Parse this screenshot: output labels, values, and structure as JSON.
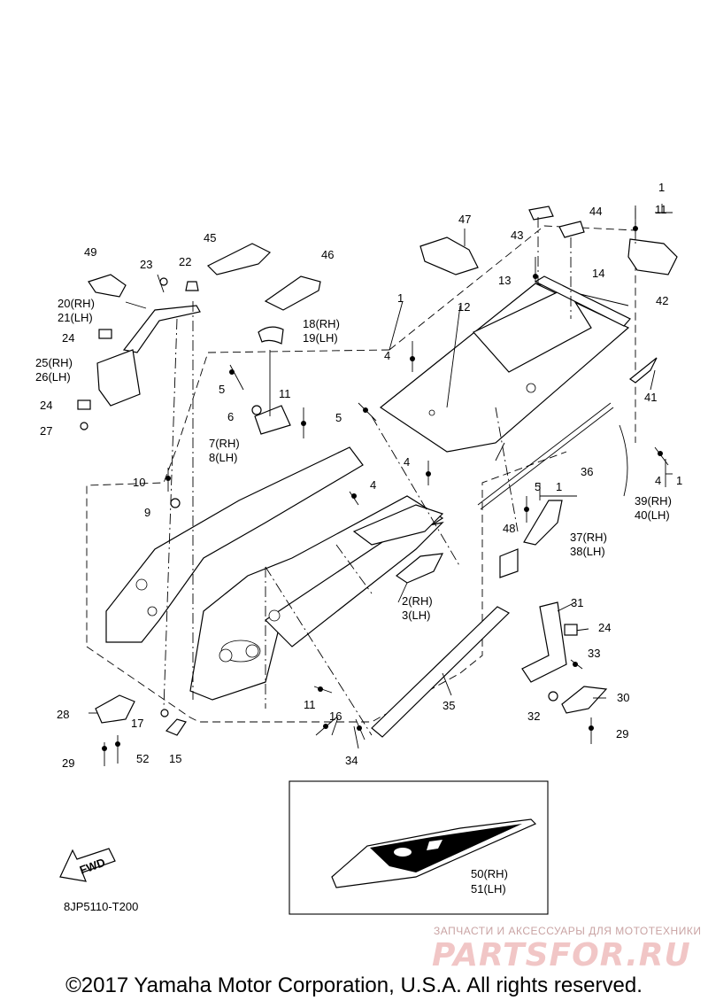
{
  "labels": {
    "p1_top": "1",
    "p11_top": "11",
    "p43": "43",
    "p44": "44",
    "p47": "47",
    "p42": "42",
    "p13": "13",
    "p14": "14",
    "p12": "12",
    "p1_mid": "1",
    "p45": "45",
    "p46": "46",
    "p49": "49",
    "p23": "23",
    "p22": "22",
    "p20": "20(RH)",
    "p21": "21(LH)",
    "p18": "18(RH)",
    "p19": "19(LH)",
    "p24_a": "24",
    "p25": "25(RH)",
    "p26": "26(LH)",
    "p4_a": "4",
    "p5_a": "5",
    "p41": "41",
    "p6": "6",
    "p11_mid": "11",
    "p5_b": "5",
    "p7": "7(RH)",
    "p8": "8(LH)",
    "p24_b": "24",
    "p27": "27",
    "p36": "36",
    "p4_b": "4",
    "p4_right": "4",
    "p1_right": "1",
    "p10": "10",
    "p4_c": "4",
    "p5_c": "5",
    "p1_c": "1",
    "p9": "9",
    "p39": "39(RH)",
    "p40": "40(LH)",
    "p48": "48",
    "p37": "37(RH)",
    "p38": "38(LH)",
    "p2": "2(RH)",
    "p3": "3(LH)",
    "p31": "31",
    "p24_c": "24",
    "p33": "33",
    "p30": "30",
    "p32": "32",
    "p29_a": "29",
    "p35": "35",
    "p11_low": "11",
    "p16": "16",
    "p28": "28",
    "p17": "17",
    "p34": "34",
    "p15": "15",
    "p52": "52",
    "p29_b": "29",
    "p50": "50(RH)",
    "p51": "51(LH)"
  },
  "fwd_label": "FWD",
  "diagram_code": "8JP5110-T200",
  "copyright": "©2017 Yamaha Motor Corporation, U.S.A. All rights reserved.",
  "watermark": {
    "tagline": "ЗАПЧАСТИ И АКСЕССУАРЫ ДЛЯ МОТОТЕХНИКИ",
    "brand": "PARTSFOR.RU"
  }
}
